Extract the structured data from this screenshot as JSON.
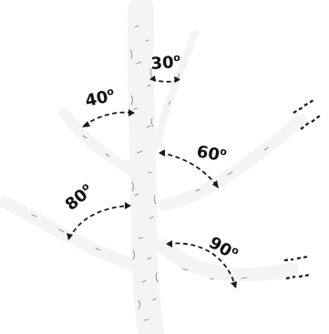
{
  "angles": [
    {
      "id": "30",
      "value": "30",
      "unit": "o"
    },
    {
      "id": "40",
      "value": "40",
      "unit": "o"
    },
    {
      "id": "60",
      "value": "60",
      "unit": "o"
    },
    {
      "id": "80",
      "value": "80",
      "unit": "o"
    },
    {
      "id": "90",
      "value": "90",
      "unit": "o"
    }
  ]
}
